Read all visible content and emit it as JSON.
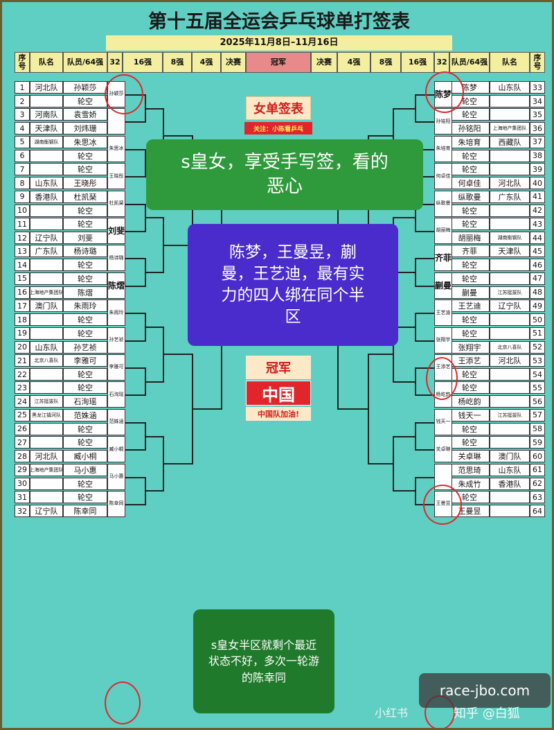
{
  "title": "第十五届全运会乒乓球单打签表",
  "date_range": "2025年11月8日–11月16日",
  "headers_left": [
    "序号",
    "队名",
    "队员/64强",
    "32",
    "16强",
    "8强",
    "4强",
    "决赛"
  ],
  "header_champion": "冠军",
  "headers_right": [
    "决赛",
    "4强",
    "8强",
    "16强",
    "32",
    "队员/64强",
    "队名",
    "序号"
  ],
  "left_entries": [
    {
      "no": "1",
      "team": "河北队",
      "player": "孙颖莎"
    },
    {
      "no": "2",
      "team": "",
      "player": "轮空"
    },
    {
      "no": "3",
      "team": "河南队",
      "player": "袁雪娇"
    },
    {
      "no": "4",
      "team": "天津队",
      "player": "刘炜珊"
    },
    {
      "no": "5",
      "team": "湖南衡钢队",
      "player": "朱思冰"
    },
    {
      "no": "6",
      "team": "",
      "player": "轮空"
    },
    {
      "no": "7",
      "team": "",
      "player": "轮空"
    },
    {
      "no": "8",
      "team": "山东队",
      "player": "王晓彤"
    },
    {
      "no": "9",
      "team": "香港队",
      "player": "杜凯琹"
    },
    {
      "no": "10",
      "team": "",
      "player": "轮空"
    },
    {
      "no": "11",
      "team": "",
      "player": "轮空"
    },
    {
      "no": "12",
      "team": "辽宁队",
      "player": "刘斐"
    },
    {
      "no": "13",
      "team": "广东队",
      "player": "杨诗璐"
    },
    {
      "no": "14",
      "team": "",
      "player": "轮空"
    },
    {
      "no": "15",
      "team": "",
      "player": "轮空"
    },
    {
      "no": "16",
      "team": "上海地产集团队",
      "player": "陈熠"
    },
    {
      "no": "17",
      "team": "澳门队",
      "player": "朱雨玲"
    },
    {
      "no": "18",
      "team": "",
      "player": "轮空"
    },
    {
      "no": "19",
      "team": "",
      "player": "轮空"
    },
    {
      "no": "20",
      "team": "山东队",
      "player": "孙艺祯"
    },
    {
      "no": "21",
      "team": "北京八喜队",
      "player": "李雅可"
    },
    {
      "no": "22",
      "team": "",
      "player": "轮空"
    },
    {
      "no": "23",
      "team": "",
      "player": "轮空"
    },
    {
      "no": "24",
      "team": "江苏挺拔队",
      "player": "石洵瑶"
    },
    {
      "no": "25",
      "team": "黑龙江镇河队",
      "player": "范姝涵"
    },
    {
      "no": "26",
      "team": "",
      "player": "轮空"
    },
    {
      "no": "27",
      "team": "",
      "player": "轮空"
    },
    {
      "no": "28",
      "team": "河北队",
      "player": "臧小桐"
    },
    {
      "no": "29",
      "team": "上海地产集团队",
      "player": "马小惠"
    },
    {
      "no": "30",
      "team": "",
      "player": "轮空"
    },
    {
      "no": "31",
      "team": "",
      "player": "轮空"
    },
    {
      "no": "32",
      "team": "辽宁队",
      "player": "陈幸同"
    }
  ],
  "right_entries": [
    {
      "no": "33",
      "team": "山东队",
      "player": "陈梦"
    },
    {
      "no": "34",
      "team": "",
      "player": "轮空"
    },
    {
      "no": "35",
      "team": "",
      "player": "轮空"
    },
    {
      "no": "36",
      "team": "上海地产集团队",
      "player": "孙铭阳"
    },
    {
      "no": "37",
      "team": "西藏队",
      "player": "朱培育"
    },
    {
      "no": "38",
      "team": "",
      "player": "轮空"
    },
    {
      "no": "39",
      "team": "",
      "player": "轮空"
    },
    {
      "no": "40",
      "team": "河北队",
      "player": "何卓佳"
    },
    {
      "no": "41",
      "team": "广东队",
      "player": "纵歌曼"
    },
    {
      "no": "42",
      "team": "",
      "player": "轮空"
    },
    {
      "no": "43",
      "team": "",
      "player": "轮空"
    },
    {
      "no": "44",
      "team": "湖南衡钢队",
      "player": "胡丽梅"
    },
    {
      "no": "45",
      "team": "天津队",
      "player": "齐菲"
    },
    {
      "no": "46",
      "team": "",
      "player": "轮空"
    },
    {
      "no": "47",
      "team": "",
      "player": "轮空"
    },
    {
      "no": "48",
      "team": "江苏挺拔队",
      "player": "蒯曼"
    },
    {
      "no": "49",
      "team": "辽宁队",
      "player": "王艺迪"
    },
    {
      "no": "50",
      "team": "",
      "player": "轮空"
    },
    {
      "no": "51",
      "team": "",
      "player": "轮空"
    },
    {
      "no": "52",
      "team": "北京八喜队",
      "player": "张翔宇"
    },
    {
      "no": "53",
      "team": "河北队",
      "player": "王添艺"
    },
    {
      "no": "54",
      "team": "",
      "player": "轮空"
    },
    {
      "no": "55",
      "team": "",
      "player": "轮空"
    },
    {
      "no": "56",
      "team": "",
      "player": "杨屹韵"
    },
    {
      "no": "57",
      "team": "江苏挺拔队",
      "player": "钱天一"
    },
    {
      "no": "58",
      "team": "",
      "player": "轮空"
    },
    {
      "no": "59",
      "team": "",
      "player": "轮空"
    },
    {
      "no": "60",
      "team": "澳门队",
      "player": "关卓琳"
    },
    {
      "no": "61",
      "team": "山东队",
      "player": "范思琦"
    },
    {
      "no": "62",
      "team": "香港队",
      "player": "朱成竹"
    },
    {
      "no": "63",
      "team": "",
      "player": "轮空"
    },
    {
      "no": "64",
      "team": "",
      "player": "王曼昱"
    }
  ],
  "left_r32_winners": [
    "孙颖莎",
    "",
    "朱思冰",
    "王晓彤",
    "杜凯琹",
    "刘斐",
    "杨诗璐",
    "陈熠",
    "朱雨玲",
    "孙艺祯",
    "李雅可",
    "石洵瑶",
    "范姝涵",
    "臧小桐",
    "马小惠",
    "陈幸同"
  ],
  "right_r32_winners": [
    "陈梦",
    "孙铭阳",
    "朱培育",
    "何卓佳",
    "纵歌曼",
    "胡丽梅",
    "齐菲",
    "蒯曼",
    "王艺迪",
    "张翔宇",
    "王添艺",
    "杨屹韵",
    "钱天一",
    "关卓琳",
    "",
    "王曼昱"
  ],
  "sign_title": "女单签表",
  "follow_note": "关注：小陈看乒乓",
  "overlay_green_top": "s皇女，享受手写签，看的恶心",
  "overlay_purple": "陈梦，王曼昱，蒯曼，王艺迪，最有实力的四人绑在同个半区",
  "champion_label": "冠军",
  "champion_value": "中国",
  "champion_cheer": "中国队加油!",
  "overlay_green_bottom": "s皇女半区就剩个最近状态不好，多次一轮游的陈幸同",
  "watermark_site": "race-jbo.com",
  "watermark_app": "小红书",
  "watermark_zhihu": "知乎 @白狐",
  "colors": {
    "background": "#5ecfc2",
    "header": "#f4efa0",
    "champion_header": "#e88a8a",
    "green_box": "#2f9a3c",
    "purple_box": "#4a2ccc",
    "champion_red": "#e0262a",
    "circle_red": "#e0262a"
  }
}
